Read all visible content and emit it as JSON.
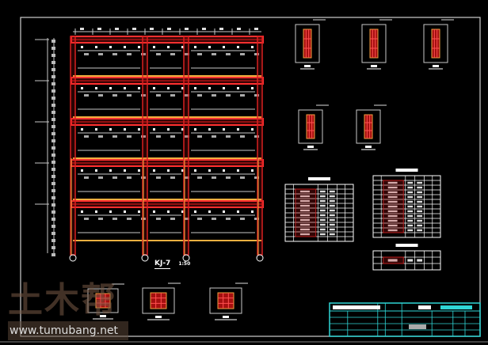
{
  "drawing": {
    "frame_label": "KJ-7",
    "scale": "1:50",
    "colors": {
      "background": "#000000",
      "beam": "#e0191b",
      "beam_glow": "#ff3030",
      "column": "#d82020",
      "accent_beam": "#f0b040",
      "dimension": "#c8c8c8",
      "title_block": "#2fd6d6",
      "text": "#ffffff"
    }
  },
  "watermark": {
    "logo": "土木帮",
    "url": "www.tumubang.net"
  },
  "frame": {
    "column_count": 4,
    "story_count": 5
  },
  "sections": {
    "top_row": 3,
    "middle_row": 2,
    "bottom_row": 3
  },
  "tables": {
    "left_rows": 12,
    "right_rows": 13,
    "small_rows": 3
  }
}
